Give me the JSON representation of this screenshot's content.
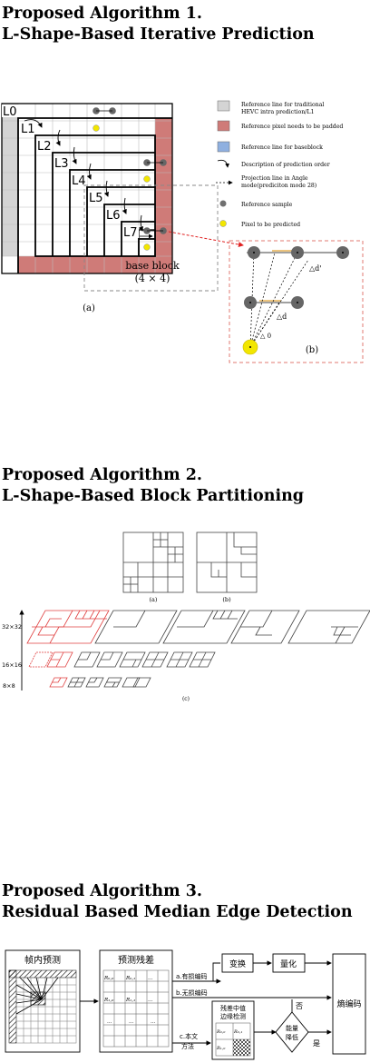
{
  "section1": {
    "title_line1": "Proposed Algorithm 1.",
    "title_line2": "L-Shape-Based Iterative Prediction",
    "layers": [
      "L0",
      "L1",
      "L2",
      "L3",
      "L4",
      "L5",
      "L6",
      "L7"
    ],
    "base_block_label": "base block",
    "base_block_size": "(4 × 4)",
    "sub_a": "(a)",
    "sub_b": "(b)",
    "legend": [
      {
        "label": "Reference line for traditional HEVC intra prediction/L1",
        "swatch": "#d4d4d4"
      },
      {
        "label": "Reference pixel needs to be padded",
        "swatch": "#cf7b78"
      },
      {
        "label": "Reference line for baseblock",
        "swatch": "#8fb0e0"
      },
      {
        "label": "Description of prediction order",
        "swatch": "arrow"
      },
      {
        "label": "Projection line in Angle mode(prediciton mode 28)",
        "swatch": "dashed-arrow"
      },
      {
        "label": "Reference sample",
        "swatch": "#707070"
      },
      {
        "label": "Pixel to be predicted",
        "swatch": "#f2e600"
      }
    ],
    "inset_labels": {
      "d_prime": "△d'",
      "d": "△d",
      "zero": "△ 0"
    }
  },
  "section2": {
    "title_line1": "Proposed Algorithm 2.",
    "title_line2": "L-Shape-Based Block Partitioning",
    "sub_a": "(a)",
    "sub_b": "(b)",
    "sub_c": "(c)",
    "levels": [
      "32×32",
      "16×16",
      "8×8"
    ]
  },
  "section3": {
    "title_line1": "Proposed Algorithm 3.",
    "title_line2": "Residual Based Median Edge Detection",
    "intra_pred": "帧内预测",
    "pred_residual": "预测残差",
    "transform": "变换",
    "quantize": "量化",
    "entropy": "熵编码",
    "path_a": "a.有损编码",
    "path_b": "b.无损编码",
    "path_c1": "c.本文",
    "path_c2": "方法",
    "med_detect1": "残差中值",
    "med_detect2": "边缘检测",
    "energy1": "能量",
    "energy2": "降低",
    "yes": "是",
    "no": "否",
    "residual_cells": [
      "R₀,₀",
      "R₀,₁",
      "…",
      "R₁,₀",
      "R₁,₁",
      "…",
      "…",
      "…",
      "…"
    ],
    "med_cells": [
      "R₀,₀",
      "R₀,₁",
      "R₁,₀"
    ]
  }
}
